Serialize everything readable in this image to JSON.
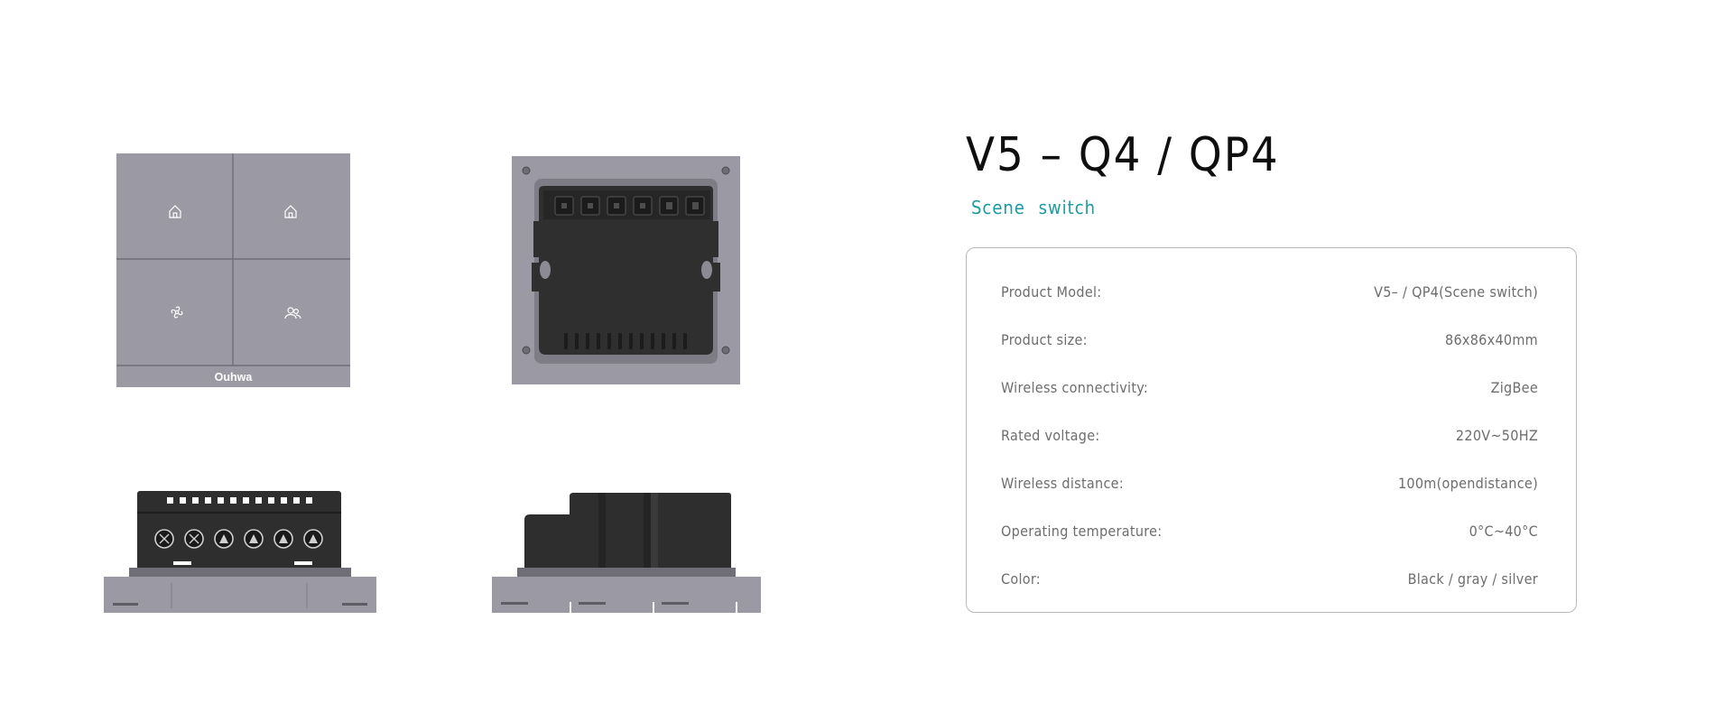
{
  "product": {
    "title": "V5 – Q4 / QP4",
    "subtitle": "Scene switch",
    "brand_logo": "Ouhwa"
  },
  "specs": [
    {
      "label": "Product Model:",
      "value": "V5– / QP4(Scene switch)"
    },
    {
      "label": "Product size:",
      "value": "86x86x40mm"
    },
    {
      "label": "Wireless connectivity:",
      "value": "ZigBee"
    },
    {
      "label": "Rated voltage:",
      "value": "220V~50HZ"
    },
    {
      "label": "Wireless distance:",
      "value": "100m(opendistance)"
    },
    {
      "label": "Operating temperature:",
      "value": "0°C~40°C"
    },
    {
      "label": "Color:",
      "value": "Black / gray / silver"
    }
  ],
  "icons": [
    "home-icon",
    "home-icon",
    "fan-icon",
    "users-icon"
  ],
  "colors": {
    "panel_gray": "#9b9aa4",
    "module_black": "#2e2e2e",
    "accent_teal": "#1a9aa1",
    "title_black": "#0f0f0f",
    "spec_text": "#6d6d6d",
    "card_border": "#b9b9b9"
  }
}
